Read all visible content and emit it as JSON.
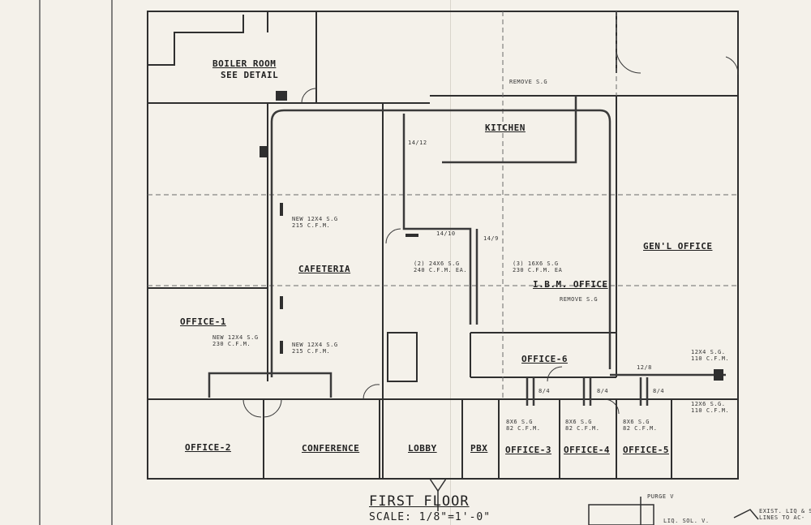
{
  "drawing": {
    "title": "FIRST FLOOR",
    "scale": "SCALE: 1/8\"=1'-0\""
  },
  "rooms": {
    "boiler_room": "BOILER ROOM",
    "boiler_room_sub": "SEE DETAIL",
    "kitchen": "KITCHEN",
    "cafeteria": "CAFETERIA",
    "genl_office": "GEN'L OFFICE",
    "ibm_office": "I.B.M. OFFICE",
    "office_1": "OFFICE-1",
    "office_6": "OFFICE-6",
    "office_2": "OFFICE-2",
    "conference": "CONFERENCE",
    "lobby": "LOBBY",
    "pbx": "PBX",
    "office_3": "OFFICE-3",
    "office_4": "OFFICE-4",
    "office_5": "OFFICE-5"
  },
  "notes": {
    "remove_sg_top": "REMOVE S.G",
    "duct_14_12": "14/12",
    "duct_14_10": "14/10",
    "duct_14_9": "14/9",
    "duct_12_8": "12/8",
    "duct_8_4_a": "8/4",
    "duct_8_4_b": "8/4",
    "duct_8_4_c": "8/4",
    "new_12x4_a_1": "NEW 12x4 S.G",
    "new_12x4_a_2": "215 C.F.M.",
    "new_12x4_b_1": "NEW 12x4 S.G",
    "new_12x4_b_2": "230 C.F.M.",
    "new_12x4_c_1": "NEW 12x4 S.G",
    "new_12x4_c_2": "215 C.F.M.",
    "sg_24x6_1": "(2) 24x6 S.G",
    "sg_24x6_2": "240 C.F.M. EA.",
    "sg_16x6_1": "(3) 16x6 S.G",
    "sg_16x6_2": "230 C.F.M. EA",
    "remove_sg_ibm": "REMOVE S.G",
    "sg_12x4_r1_1": "12x4 S.G.",
    "sg_12x4_r1_2": "110 C.F.M.",
    "sg_12x4_r2_1": "12x6 S.G.",
    "sg_12x4_r2_2": "110 C.F.M.",
    "sg_8x6_3_1": "8x6 S.G",
    "sg_8x6_3_2": "82 C.F.M.",
    "sg_8x6_4_1": "8x6 S.G",
    "sg_8x6_4_2": "82 C.F.M.",
    "sg_8x6_5_1": "8x6 S.G",
    "sg_8x6_5_2": "82 C.F.M.",
    "purge": "PURGE V",
    "exist_1": "EXIST. LIQ & SUC",
    "exist_2": "LINES TO AC-",
    "liq_sol": "LIQ. SOL. V."
  },
  "colors": {
    "paper": "#f4f1ea",
    "ink": "#2b2b2b",
    "duct": "#3a3a3a"
  }
}
